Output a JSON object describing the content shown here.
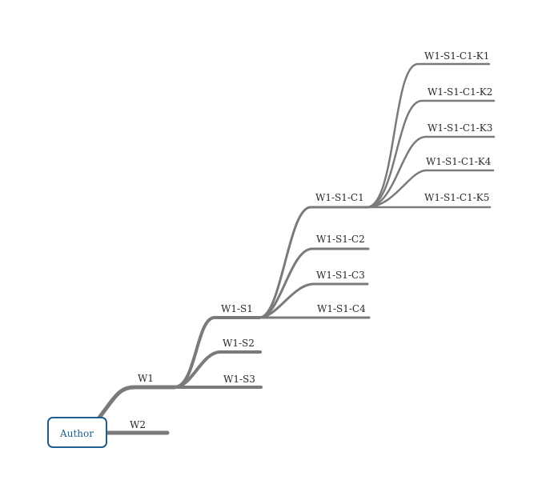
{
  "root": {
    "label": "Author"
  },
  "nodes": {
    "w1": "W1",
    "w2": "W2",
    "w1s1": "W1-S1",
    "w1s2": "W1-S2",
    "w1s3": "W1-S3",
    "w1s1c1": "W1-S1-C1",
    "w1s1c2": "W1-S1-C2",
    "w1s1c3": "W1-S1-C3",
    "w1s1c4": "W1-S1-C4",
    "w1s1c1k1": "W1-S1-C1-K1",
    "w1s1c1k2": "W1-S1-C1-K2",
    "w1s1c1k3": "W1-S1-C1-K3",
    "w1s1c1k4": "W1-S1-C1-K4",
    "w1s1c1k5": "W1-S1-C1-K5"
  },
  "colors": {
    "line": "#7a7a7a",
    "root_border": "#1f5e8c",
    "root_text": "#1f5e8c",
    "label_text": "#2a2a2a"
  }
}
